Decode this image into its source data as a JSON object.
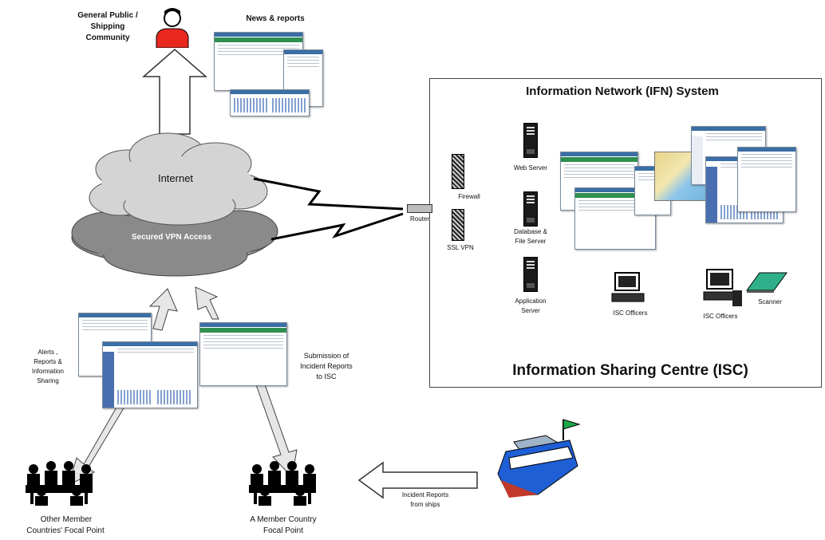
{
  "top": {
    "public_label_l1": "General Public /",
    "public_label_l2": "Shipping",
    "public_label_l3": "Community",
    "news_label": "News & reports"
  },
  "clouds": {
    "internet": "Internet",
    "vpn": "Secured VPN Access"
  },
  "isc": {
    "ifn_title": "Information Network (IFN) System",
    "centre_title": "Information Sharing Centre (ISC)",
    "firewall": "Firewall",
    "router": "Router",
    "ssl_vpn": "SSL VPN",
    "web_server": "Web Server",
    "db_server_l1": "Database &",
    "db_server_l2": "File Server",
    "app_server_l1": "Application",
    "app_server_l2": "Server",
    "isc_officers_1": "ISC Officers",
    "isc_officers_2": "ISC Officers",
    "scanner": "Scanner"
  },
  "bottom": {
    "alerts_l1": "Alerts ,",
    "alerts_l2": "Reports &",
    "alerts_l3": "Information",
    "alerts_l4": "Sharing",
    "submission_l1": "Submission of",
    "submission_l2": "Incident Reports",
    "submission_l3": "to ISC",
    "incident_l1": "Incident Reports",
    "incident_l2": "from ships",
    "other_l1": "Other Member",
    "other_l2": "Countries' Focal Point",
    "member_l1": "A Member Country",
    "member_l2": "Focal Point"
  },
  "icons": [
    "person-icon",
    "cloud-icon",
    "server-icon",
    "firewall-icon",
    "router-icon",
    "computer-icon",
    "scanner-icon",
    "ship-icon",
    "meeting-icon",
    "lightning-link-icon"
  ],
  "colors": {
    "person": "#e8281e",
    "internet_cloud": "#d4d4d4",
    "vpn_cloud": "#8a8a8a",
    "ship_hull": "#1f5fd6",
    "arrow_fill": "#e6e6e6"
  }
}
